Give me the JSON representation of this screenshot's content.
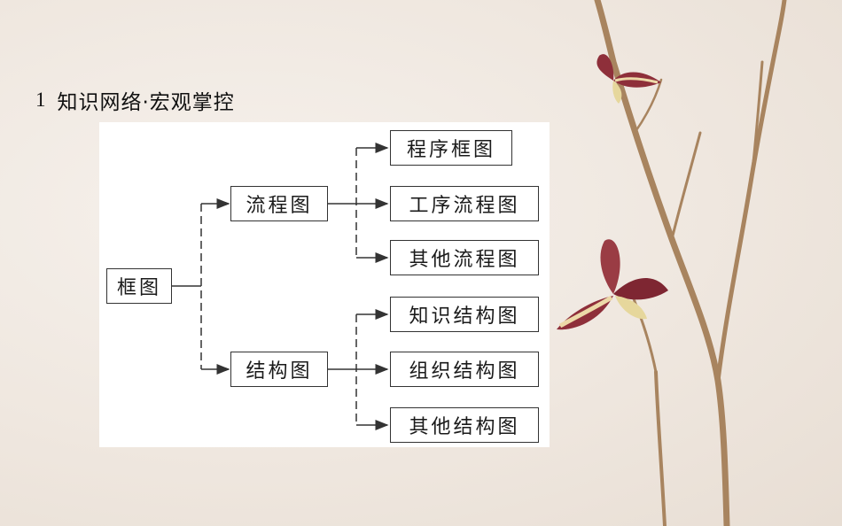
{
  "section": {
    "number": "1",
    "title": "知识网络·宏观掌控"
  },
  "diagram": {
    "root": "框图",
    "branches": [
      {
        "label": "流程图",
        "children": [
          "程序框图",
          "工序流程图",
          "其他流程图"
        ]
      },
      {
        "label": "结构图",
        "children": [
          "知识结构图",
          "组织结构图",
          "其他结构图"
        ]
      }
    ]
  },
  "decoration": {
    "icons": [
      "branch-icon",
      "butterfly-icon"
    ],
    "colors": {
      "branch": "#a8845f",
      "butterfly_wing": "#8e2f3a",
      "butterfly_stripe": "#ecd9a8"
    }
  }
}
